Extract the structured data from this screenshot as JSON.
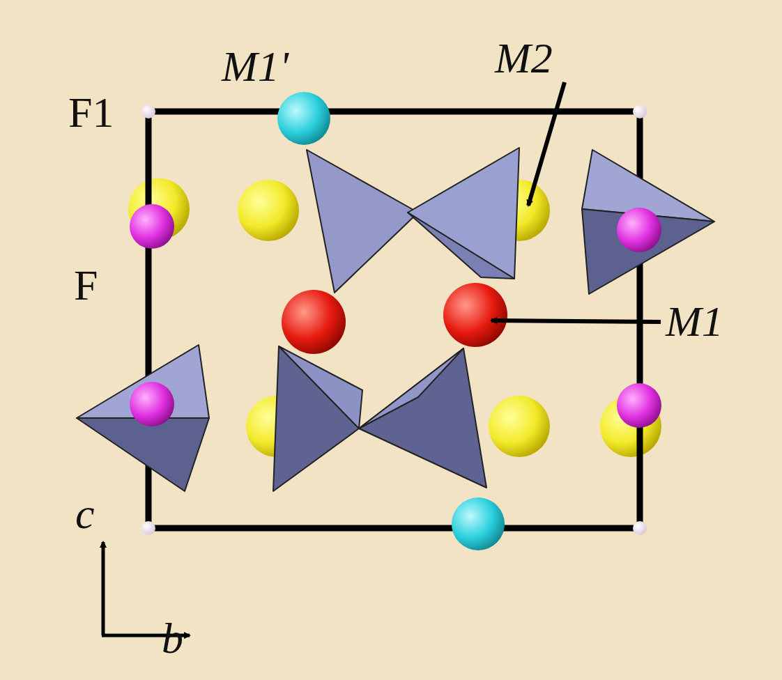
{
  "diagram": {
    "labels": [
      "M1'",
      "M2",
      "F1",
      "F",
      "M1",
      "c",
      "b"
    ]
  }
}
